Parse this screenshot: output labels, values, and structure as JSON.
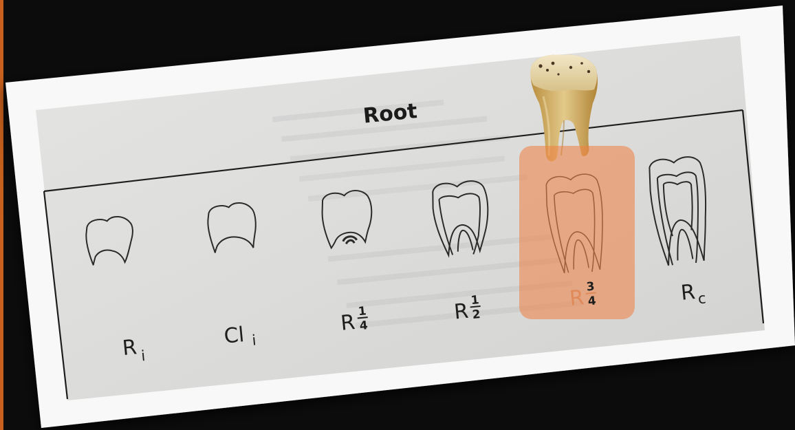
{
  "figure": {
    "title": "Root",
    "stages": [
      {
        "main": "R",
        "sub": "i"
      },
      {
        "main": "Cl",
        "sub": "i"
      },
      {
        "main": "R",
        "num": "1",
        "den": "4"
      },
      {
        "main": "R",
        "num": "1",
        "den": "2"
      },
      {
        "main": "R",
        "num": "3",
        "den": "4",
        "highlighted": true
      },
      {
        "main": "R",
        "sub": "c"
      }
    ],
    "highlight_color": "#f08040"
  }
}
